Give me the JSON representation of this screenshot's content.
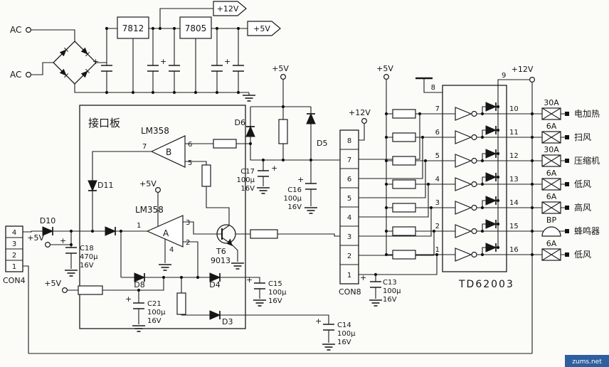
{
  "watermark": "zums.net",
  "power": {
    "ac_label_1": "AC",
    "ac_label_2": "AC",
    "regulator_1": "7812",
    "regulator_2": "7805",
    "flag_12v": "+12V",
    "flag_5v": "+5V"
  },
  "board": {
    "title": "接口板"
  },
  "opamps": {
    "b": {
      "part": "LM358",
      "unit": "B",
      "pin_out": "7",
      "pin_in_top": "6",
      "pin_in_bot": "5"
    },
    "a": {
      "part": "LM358",
      "unit": "A",
      "pin_in_top": "3",
      "pin_in_bot": "2",
      "pin_out": "1",
      "pin_gnd": "4"
    }
  },
  "transistor": {
    "ref": "T6",
    "part": "9013"
  },
  "diodes": {
    "d3": "D3",
    "d4": "D4",
    "d5": "D5",
    "d6": "D6",
    "d8": "D8",
    "d10": "D10",
    "d11": "D11"
  },
  "capacitors": {
    "plus": "+",
    "c13": {
      "ref": "C13",
      "val": "100μ",
      "v": "16V"
    },
    "c14": {
      "ref": "C14",
      "val": "100μ",
      "v": "16V"
    },
    "c15": {
      "ref": "C15",
      "val": "100μ",
      "v": "16V"
    },
    "c16": {
      "ref": "C16",
      "val": "100μ",
      "v": "16V"
    },
    "c17": {
      "ref": "C17",
      "val": "100μ",
      "v": "16V"
    },
    "c18": {
      "ref": "C18",
      "val": "470μ",
      "v": "16V"
    },
    "c21": {
      "ref": "C21",
      "val": "100μ",
      "v": "16V"
    }
  },
  "supplies": {
    "v5": "+5V",
    "v12": "+12V"
  },
  "con4": {
    "label": "CON4",
    "pins": [
      "4",
      "3",
      "2",
      "1"
    ]
  },
  "con8": {
    "label": "CON8",
    "pins": [
      "8",
      "7",
      "6",
      "5",
      "4",
      "3",
      "2",
      "1"
    ]
  },
  "driver": {
    "part": "TD62003",
    "pin_gnd": "8",
    "pin_com": "9",
    "inputs": [
      "7",
      "6",
      "5",
      "4",
      "3",
      "2",
      "1"
    ],
    "outputs": [
      "10",
      "11",
      "12",
      "13",
      "14",
      "15",
      "16"
    ]
  },
  "loads": [
    {
      "rating": "30A",
      "name": "电加热"
    },
    {
      "rating": "6A",
      "name": "扫风"
    },
    {
      "rating": "30A",
      "name": "压缩机"
    },
    {
      "rating": "6A",
      "name": "低风"
    },
    {
      "rating": "6A",
      "name": "高风"
    },
    {
      "rating": "BP",
      "name": "蜂鸣器"
    },
    {
      "rating": "6A",
      "name": "低风"
    }
  ]
}
